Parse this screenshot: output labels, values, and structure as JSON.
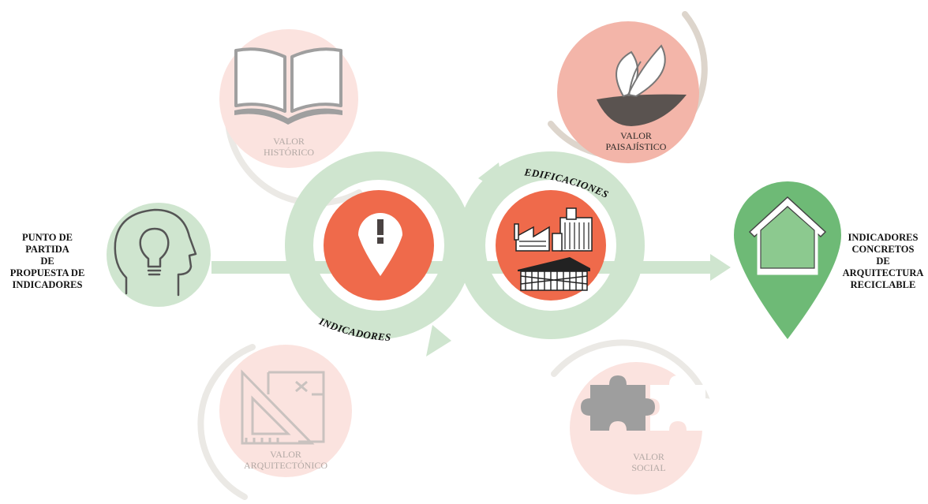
{
  "start": {
    "lines": [
      "PUNTO DE",
      "PARTIDA",
      "DE",
      "PROPUESTA DE",
      "INDICADORES"
    ],
    "icon": "head-lightbulb-icon"
  },
  "end": {
    "lines": [
      "INDICADORES",
      "CONCRETOS",
      "DE",
      "ARQUITECTURA",
      "RECICLABLE"
    ],
    "icon": "house-pin-icon"
  },
  "flow": {
    "indicators_label": "INDICADORES",
    "buildings_label": "EDIFICACIONES",
    "indicators_icon": "exclamation-pin-icon",
    "buildings_icon": "industrial-buildings-icon"
  },
  "values": {
    "historico": {
      "line1": "VALOR",
      "line2": "HISTÓRICO",
      "icon": "open-book-icon"
    },
    "paisajistico": {
      "line1": "VALOR",
      "line2": "PAISAJÍSTICO",
      "icon": "sprout-bowl-icon"
    },
    "arquitectonico": {
      "line1": "VALOR",
      "line2": "ARQUITECTÓNICO",
      "icon": "drafting-triangle-plan-icon"
    },
    "social": {
      "line1": "VALOR",
      "line2": "SOCIAL",
      "icon": "puzzle-pieces-icon"
    }
  },
  "colors": {
    "green_light": "#cfe5cf",
    "green_mid": "#a9d4ab",
    "green_dark": "#6eba76",
    "orange": "#ef6a4b",
    "pink_faint": "#fbe3df",
    "pink_strong": "#f3b5a9",
    "ring_gray": "#e8e6e2",
    "ring_dark": "#dcd6cf"
  }
}
